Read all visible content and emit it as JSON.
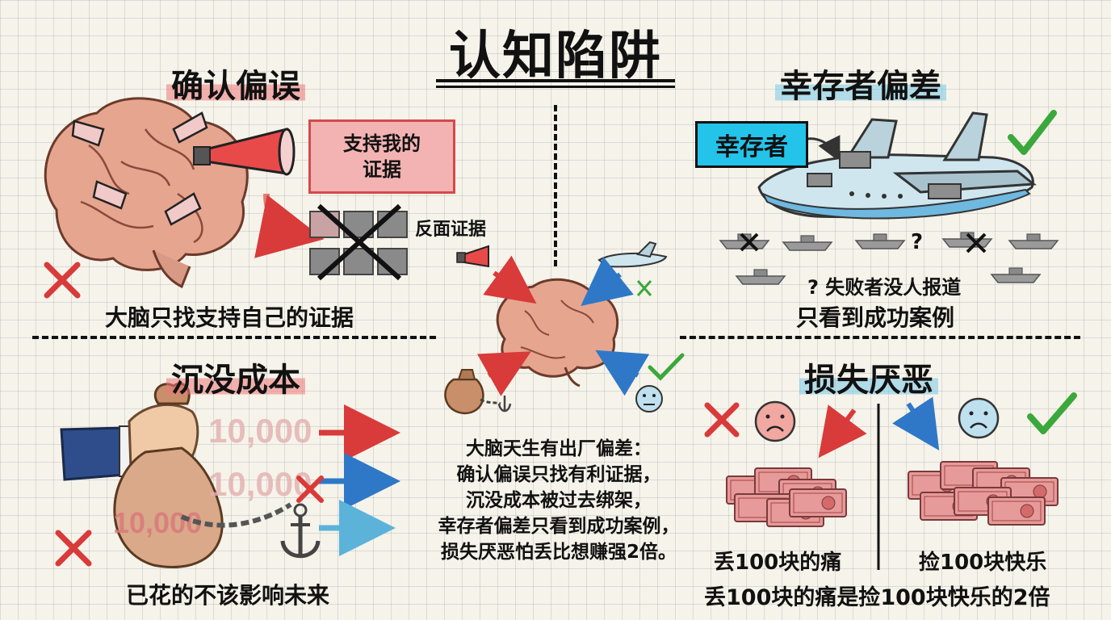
{
  "title": "认知陷阱",
  "confirmation_bias": {
    "heading": "确认偏误",
    "support_box_line1": "支持我的",
    "support_box_line2": "证据",
    "counter_label": "反面证据",
    "caption": "大脑只找支持自己的证据"
  },
  "survivorship_bias": {
    "heading": "幸存者偏差",
    "survivor_tag": "幸存者",
    "unreported_label": "失败者没人报道",
    "caption": "只看到成功案例"
  },
  "sunk_cost": {
    "heading": "沉没成本",
    "amounts": [
      "10,000",
      "10,000",
      "10,000"
    ],
    "caption": "已花的不该影响未来"
  },
  "loss_aversion": {
    "heading": "损失厌恶",
    "left_label": "丢100块的痛",
    "right_label": "捡100块快乐",
    "caption": "丢100块的痛是捡100块快乐的2倍"
  },
  "center_summary": [
    "大脑天生有出厂偏差：",
    "确认偏误只找有利证据，",
    "沉没成本被过去绑架，",
    "幸存者偏差只看到成功案例，",
    "损失厌恶怕丢比想赚强2倍。"
  ],
  "colors": {
    "red": "#d93a3a",
    "blue": "#2e78c7",
    "green": "#3aa83a",
    "cyan": "#23c3ea",
    "pink": "#f3b3b3"
  },
  "icons": [
    "brain-icon",
    "megaphone-icon",
    "airplane-icon",
    "money-bag-icon",
    "anchor-icon",
    "chain-icon",
    "banknote-stack-icon",
    "sad-face-icon",
    "neutral-face-icon",
    "check-icon",
    "cross-icon",
    "question-mark-icon"
  ]
}
